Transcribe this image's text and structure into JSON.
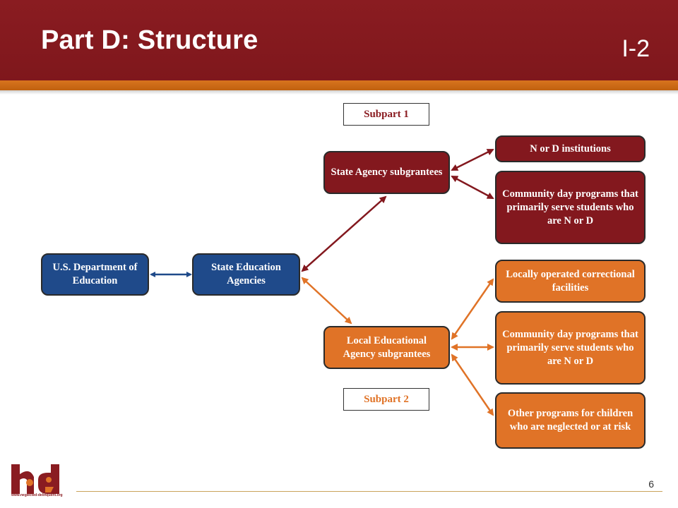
{
  "header": {
    "title": "Part D: Structure",
    "slide_code": "I-2"
  },
  "diagram": {
    "subpart1_label": "Subpart 1",
    "subpart2_label": "Subpart 2",
    "nodes": {
      "us_dept": "U.S. Department of Education",
      "sea": "State Education Agencies",
      "state_agency": "State Agency subgrantees",
      "lea": "Local Educational Agency subgrantees",
      "nd_institutions": "N or D institutions",
      "community_day_1": "Community day programs that primarily serve students who are N or D",
      "correctional": "Locally operated correctional facilities",
      "community_day_2": "Community day programs that primarily serve students who are N or D",
      "other_programs": "Other programs for children who are neglected or at risk"
    },
    "colors": {
      "federal": "#1f4a8a",
      "subpart1": "#83181e",
      "subpart2": "#e07327"
    }
  },
  "footer": {
    "page_number": "6",
    "logo_url": "www.neglected-delinquent.org"
  }
}
